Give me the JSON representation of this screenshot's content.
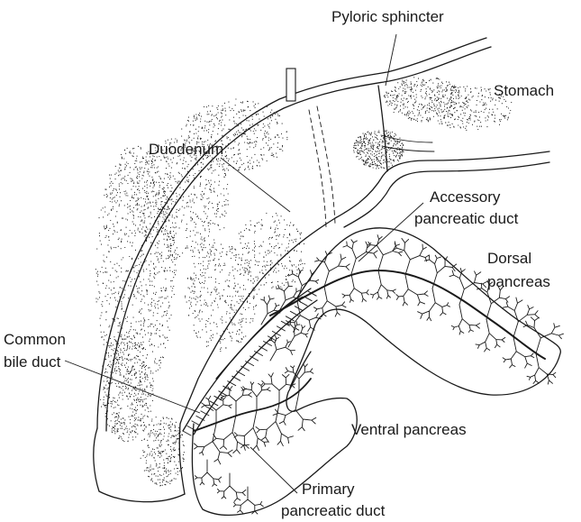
{
  "labels": {
    "pyloric_sphincter": "Pyloric sphincter",
    "stomach": "Stomach",
    "duodenum": "Duodenum",
    "accessory_duct_line1": "Accessory",
    "accessory_duct_line2": "pancreatic duct",
    "dorsal_line1": "Dorsal",
    "dorsal_line2": "pancreas",
    "common_bile_line1": "Common",
    "common_bile_line2": "bile duct",
    "ventral": "Ventral pancreas",
    "primary_duct_line1": "Primary",
    "primary_duct_line2": "pancreatic duct"
  },
  "colors": {
    "ink": "#1a1a1a",
    "background": "#ffffff"
  }
}
